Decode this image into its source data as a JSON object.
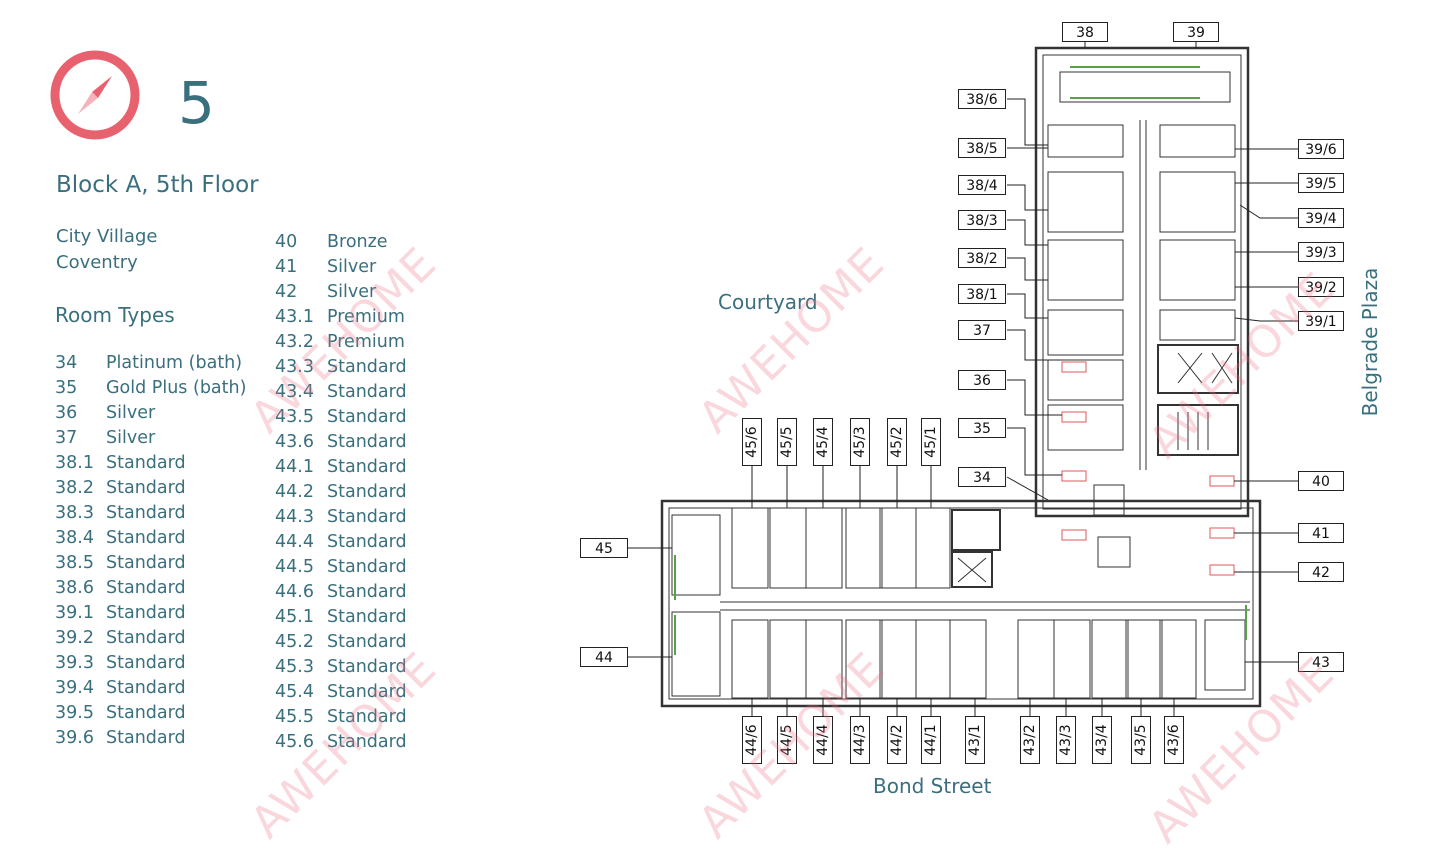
{
  "floor": {
    "number": "5",
    "title": "Block A, 5th Floor"
  },
  "address": {
    "line1": "City Village",
    "line2": "Coventry"
  },
  "room_types": {
    "heading": "Room Types",
    "column1": [
      {
        "num": "34",
        "type": "Platinum (bath)"
      },
      {
        "num": "35",
        "type": "Gold Plus (bath)"
      },
      {
        "num": "36",
        "type": "Silver"
      },
      {
        "num": "37",
        "type": "Silver"
      },
      {
        "num": "38.1",
        "type": "Standard"
      },
      {
        "num": "38.2",
        "type": "Standard"
      },
      {
        "num": "38.3",
        "type": "Standard"
      },
      {
        "num": "38.4",
        "type": "Standard"
      },
      {
        "num": "38.5",
        "type": "Standard"
      },
      {
        "num": "38.6",
        "type": "Standard"
      },
      {
        "num": "39.1",
        "type": "Standard"
      },
      {
        "num": "39.2",
        "type": "Standard"
      },
      {
        "num": "39.3",
        "type": "Standard"
      },
      {
        "num": "39.4",
        "type": "Standard"
      },
      {
        "num": "39.5",
        "type": "Standard"
      },
      {
        "num": "39.6",
        "type": "Standard"
      }
    ],
    "column2": [
      {
        "num": "40",
        "type": "Bronze"
      },
      {
        "num": "41",
        "type": "Silver"
      },
      {
        "num": "42",
        "type": "Silver"
      },
      {
        "num": "43.1",
        "type": "Premium"
      },
      {
        "num": "43.2",
        "type": "Premium"
      },
      {
        "num": "43.3",
        "type": "Standard"
      },
      {
        "num": "43.4",
        "type": "Standard"
      },
      {
        "num": "43.5",
        "type": "Standard"
      },
      {
        "num": "43.6",
        "type": "Standard"
      },
      {
        "num": "44.1",
        "type": "Standard"
      },
      {
        "num": "44.2",
        "type": "Standard"
      },
      {
        "num": "44.3",
        "type": "Standard"
      },
      {
        "num": "44.4",
        "type": "Standard"
      },
      {
        "num": "44.5",
        "type": "Standard"
      },
      {
        "num": "44.6",
        "type": "Standard"
      },
      {
        "num": "45.1",
        "type": "Standard"
      },
      {
        "num": "45.2",
        "type": "Standard"
      },
      {
        "num": "45.3",
        "type": "Standard"
      },
      {
        "num": "45.4",
        "type": "Standard"
      },
      {
        "num": "45.5",
        "type": "Standard"
      },
      {
        "num": "45.6",
        "type": "Standard"
      }
    ]
  },
  "map": {
    "courtyard_label": "Courtyard",
    "street_bottom": "Bond Street",
    "street_right": "Belgrade Plaza",
    "watermark": "AWEHOME",
    "labels_top": [
      "38",
      "39"
    ],
    "labels_left_38": [
      "38/6",
      "38/5",
      "38/4",
      "38/3",
      "38/2",
      "38/1",
      "37",
      "36",
      "35",
      "34"
    ],
    "labels_right_39": [
      "39/6",
      "39/5",
      "39/4",
      "39/3",
      "39/2",
      "39/1",
      "40",
      "41",
      "42",
      "43"
    ],
    "labels_45": [
      "45/6",
      "45/5",
      "45/4",
      "45/3",
      "45/2",
      "45/1"
    ],
    "labels_wing_left": [
      "45",
      "44"
    ],
    "labels_bottom": [
      "44/6",
      "44/5",
      "44/4",
      "44/3",
      "44/2",
      "44/1",
      "43/1",
      "43/2",
      "43/3",
      "43/4",
      "43/5",
      "43/6"
    ]
  },
  "colors": {
    "accent": "#e8616f",
    "text": "#3a6f7e"
  },
  "icons": {
    "compass": "compass-icon"
  }
}
